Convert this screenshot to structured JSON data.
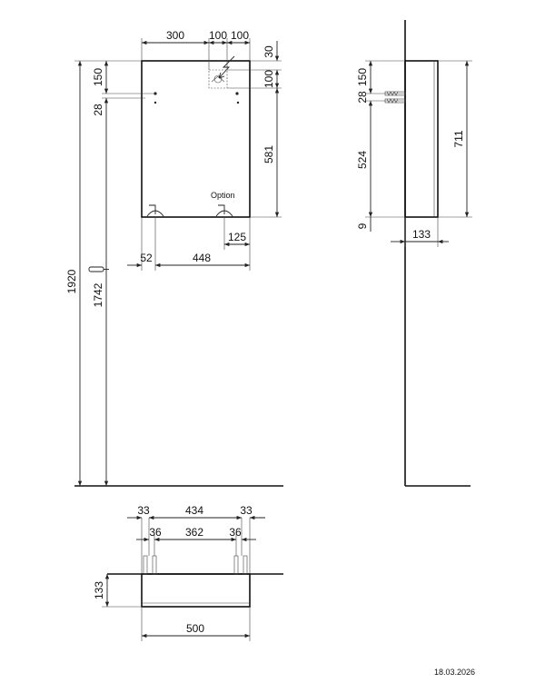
{
  "front": {
    "width_top": "300",
    "seg_a": "100",
    "seg_b": "100",
    "top_offset": "30",
    "drop": "100",
    "left_top": "150",
    "left_28": "28",
    "right_581": "581",
    "bottom_125": "125",
    "bottom_52": "52",
    "bottom_448": "448",
    "total_height": "1920",
    "floor_height": "1742",
    "option_label": "Option"
  },
  "side": {
    "top_150": "150",
    "v_28": "28",
    "v_524": "524",
    "v_9": "9",
    "height_711": "711",
    "depth_133": "133"
  },
  "plan": {
    "top_33a": "33",
    "top_434": "434",
    "top_33b": "33",
    "mid_36a": "36",
    "mid_362": "362",
    "mid_36b": "36",
    "depth_133": "133",
    "width_500": "500"
  },
  "footer": {
    "date": "18.03.2026"
  }
}
